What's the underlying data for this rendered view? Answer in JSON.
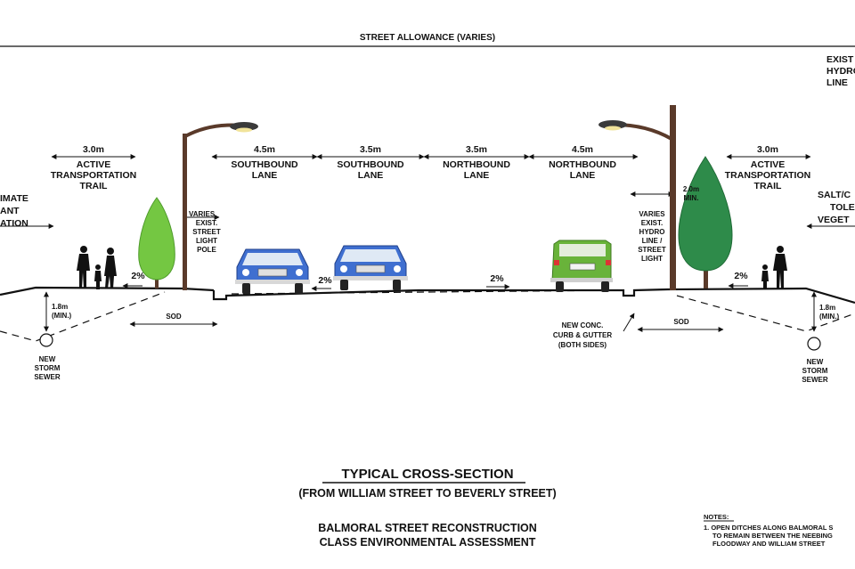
{
  "allowance": "STREET ALLOWANCE (VARIES)",
  "right_edge_top": [
    "EXIST",
    "HYDRO",
    "LINE"
  ],
  "left_edge_mid": [
    "IMATE",
    "ANT",
    "ATION"
  ],
  "right_edge_mid": [
    "SALT/C",
    "TOLE",
    "VEGET"
  ],
  "trail_left": {
    "width": "3.0m",
    "line1": "ACTIVE",
    "line2": "TRANSPORTATION",
    "line3": "TRAIL"
  },
  "trail_right": {
    "width": "3.0m",
    "line1": "ACTIVE",
    "line2": "TRANSPORTATION",
    "line3": "TRAIL"
  },
  "lanes": [
    {
      "width": "4.5m",
      "line1": "SOUTHBOUND",
      "line2": "LANE"
    },
    {
      "width": "3.5m",
      "line1": "SOUTHBOUND",
      "line2": "LANE"
    },
    {
      "width": "3.5m",
      "line1": "NORTHBOUND",
      "line2": "LANE"
    },
    {
      "width": "4.5m",
      "line1": "NORTHBOUND",
      "line2": "LANE"
    }
  ],
  "pole_left": [
    "VARIES",
    "EXIST.",
    "STREET",
    "LIGHT",
    "POLE"
  ],
  "pole_right": [
    "VARIES",
    "EXIST.",
    "HYDRO",
    "LINE /",
    "STREET",
    "LIGHT"
  ],
  "offset": {
    "value": "2.0m",
    "min": "MIN."
  },
  "slopes": [
    "2%",
    "2%",
    "2%",
    "2%"
  ],
  "sod": "SOD",
  "depth_left": {
    "value": "1.8m",
    "min": "(MIN.)"
  },
  "depth_right": {
    "value": "1.8m",
    "min": "(MIN.)"
  },
  "sewer_left": [
    "NEW",
    "STORM",
    "SEWER"
  ],
  "sewer_right": [
    "NEW",
    "STORM",
    "SEWER"
  ],
  "curb": [
    "NEW CONC.",
    "CURB & GUTTER",
    "(BOTH SIDES)"
  ],
  "section_title": "TYPICAL CROSS-SECTION",
  "section_subtitle": "(FROM WILLIAM STREET TO BEVERLY STREET)",
  "project_line1": "BALMORAL STREET RECONSTRUCTION",
  "project_line2": "CLASS ENVIRONMENTAL ASSESSMENT",
  "notes_heading": "NOTES:",
  "notes_lines": [
    "1. OPEN DITCHES ALONG BALMORAL S",
    "TO REMAIN BETWEEN THE NEEBING",
    "FLOODWAY AND WILLIAM STREET"
  ],
  "colors": {
    "car_blue": "#3f6fd0",
    "car_green": "#69b33a",
    "tree_left": "#74c742",
    "tree_right": "#2e8b4a",
    "pole": "#5a3a2a"
  }
}
